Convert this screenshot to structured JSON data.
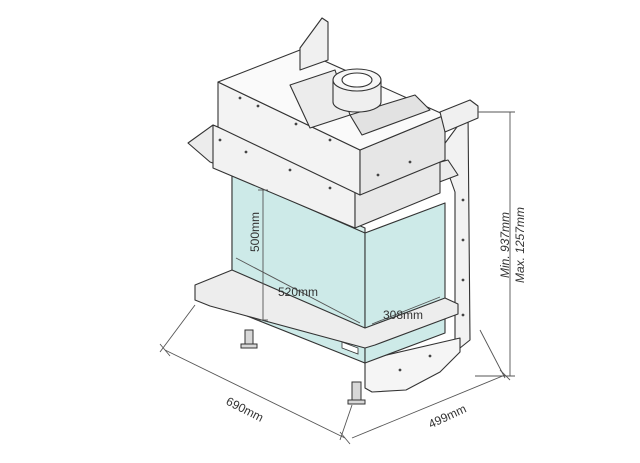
{
  "diagram": {
    "dimensions": {
      "glass_height": "500mm",
      "glass_width": "520mm",
      "glass_depth": "308mm",
      "total_width": "690mm",
      "total_depth": "499mm",
      "height_min": "Min. 937mm",
      "height_max": "Max. 1257mm"
    },
    "colors": {
      "glass": "#cdeae8",
      "outline": "#333333",
      "panel": "#f4f4f4",
      "dimension_line": "#555555"
    }
  }
}
